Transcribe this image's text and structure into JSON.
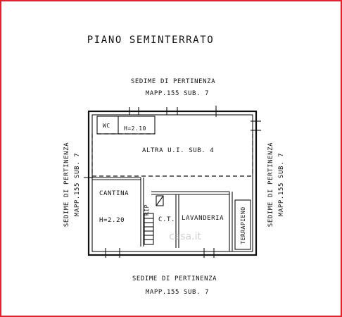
{
  "title": "PIANO SEMINTERRATO",
  "boundary": {
    "top_line1": "SEDIME DI PERTINENZA",
    "top_line2": "MAPP.155 SUB. 7",
    "bottom_line1": "SEDIME DI PERTINENZA",
    "bottom_line2": "MAPP.155 SUB. 7",
    "left_line1": "SEDIME DI PERTINENZA",
    "left_line2": "MAPP.155 SUB. 7",
    "right_line1": "SEDIME DI PERTINENZA",
    "right_line2": "MAPP.155 SUB. 7"
  },
  "rooms": {
    "wc": "WC",
    "wc_height": "H=2.10",
    "altra": "ALTRA U.I. SUB. 4",
    "cantina": "CANTINA",
    "cantina_height": "H=2.20",
    "rip": "RIP",
    "ct": "C.T.",
    "lavanderia": "LAVANDERIA",
    "terrapieno": "TERRAPIENO"
  },
  "watermark": "casa.it",
  "colors": {
    "frame": "#e8202a",
    "ink": "#111111"
  }
}
